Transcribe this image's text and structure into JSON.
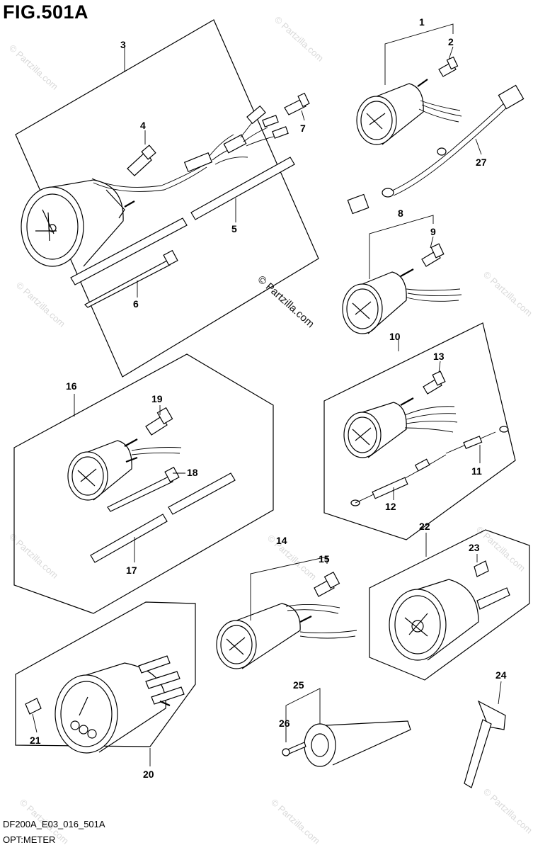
{
  "figure": {
    "title": "FIG.501A",
    "code": "DF200A_E03_016_501A",
    "caption": "OPT:METER"
  },
  "watermark": {
    "main": "© Partzilla.com",
    "faint": "© Partzilla.com"
  },
  "callouts": [
    {
      "id": "1",
      "label": "1"
    },
    {
      "id": "2",
      "label": "2"
    },
    {
      "id": "3",
      "label": "3"
    },
    {
      "id": "4",
      "label": "4"
    },
    {
      "id": "5",
      "label": "5"
    },
    {
      "id": "6",
      "label": "6"
    },
    {
      "id": "7",
      "label": "7"
    },
    {
      "id": "8",
      "label": "8"
    },
    {
      "id": "9",
      "label": "9"
    },
    {
      "id": "10",
      "label": "10"
    },
    {
      "id": "11",
      "label": "11"
    },
    {
      "id": "12",
      "label": "12"
    },
    {
      "id": "13",
      "label": "13"
    },
    {
      "id": "14",
      "label": "14"
    },
    {
      "id": "15",
      "label": "15"
    },
    {
      "id": "16",
      "label": "16"
    },
    {
      "id": "17",
      "label": "17"
    },
    {
      "id": "18",
      "label": "18"
    },
    {
      "id": "19",
      "label": "19"
    },
    {
      "id": "20",
      "label": "20"
    },
    {
      "id": "21",
      "label": "21"
    },
    {
      "id": "22",
      "label": "22"
    },
    {
      "id": "23",
      "label": "23"
    },
    {
      "id": "24",
      "label": "24"
    },
    {
      "id": "25",
      "label": "25"
    },
    {
      "id": "26",
      "label": "26"
    },
    {
      "id": "27",
      "label": "27"
    }
  ]
}
